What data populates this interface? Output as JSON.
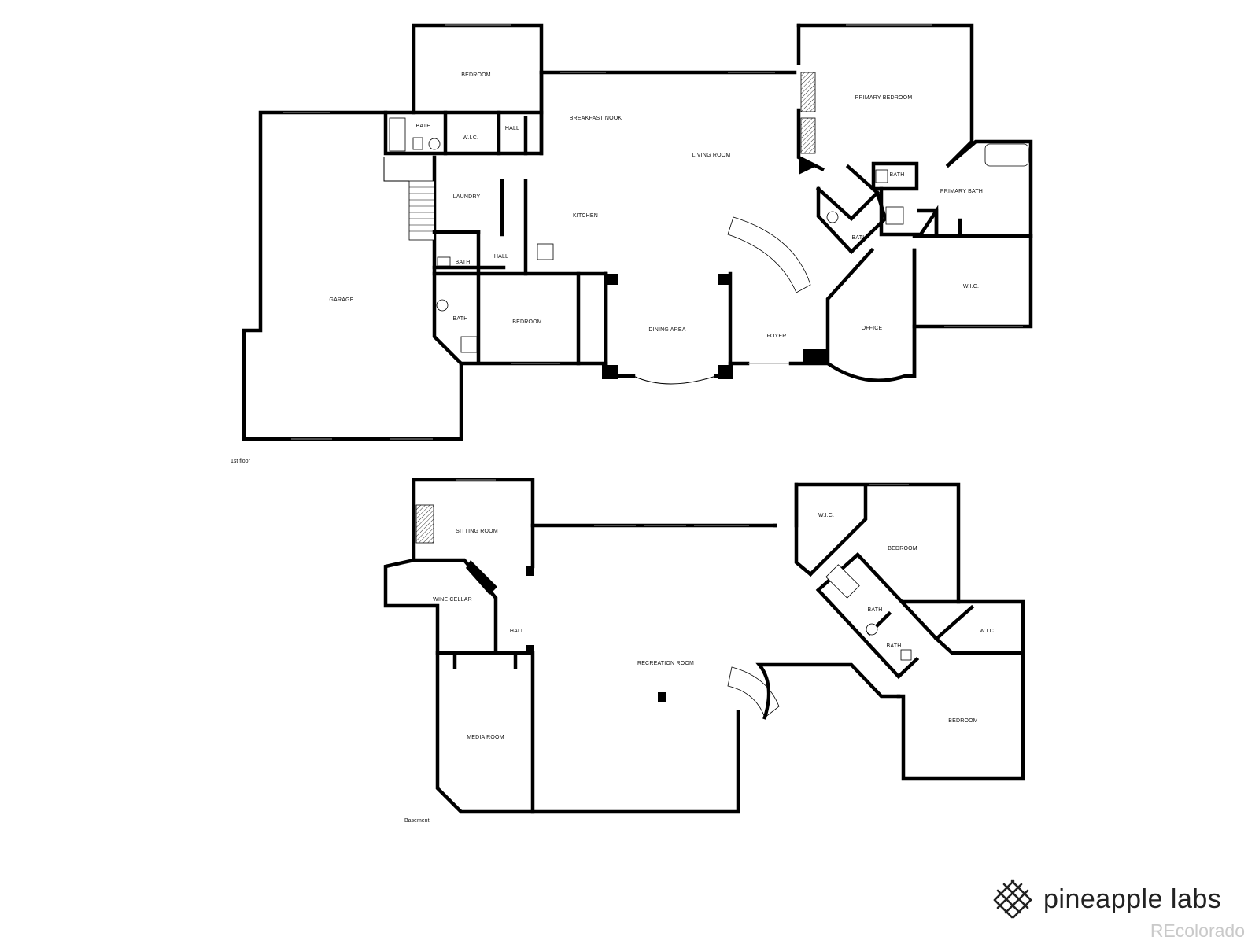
{
  "floors": [
    {
      "name": "1st floor",
      "rooms": [
        {
          "id": "bedroom-1",
          "label": "BEDROOM"
        },
        {
          "id": "bath-1",
          "label": "BATH"
        },
        {
          "id": "wic-1",
          "label": "W.I.C."
        },
        {
          "id": "hall-1",
          "label": "HALL"
        },
        {
          "id": "breakfast-nook",
          "label": "BREAKFAST NOOK"
        },
        {
          "id": "living-room",
          "label": "LIVING ROOM"
        },
        {
          "id": "primary-bedroom",
          "label": "PRIMARY BEDROOM"
        },
        {
          "id": "bath-2",
          "label": "BATH"
        },
        {
          "id": "primary-bath",
          "label": "PRIMARY BATH"
        },
        {
          "id": "bath-3",
          "label": "BATH"
        },
        {
          "id": "laundry",
          "label": "LAUNDRY"
        },
        {
          "id": "kitchen",
          "label": "KITCHEN"
        },
        {
          "id": "garage",
          "label": "GARAGE"
        },
        {
          "id": "bath-4",
          "label": "BATH"
        },
        {
          "id": "hall-2",
          "label": "HALL"
        },
        {
          "id": "bath-5",
          "label": "BATH"
        },
        {
          "id": "bedroom-2",
          "label": "BEDROOM"
        },
        {
          "id": "dining-area",
          "label": "DINING AREA"
        },
        {
          "id": "foyer",
          "label": "FOYER"
        },
        {
          "id": "office",
          "label": "OFFICE"
        },
        {
          "id": "wic-2",
          "label": "W.I.C."
        }
      ]
    },
    {
      "name": "Basement",
      "rooms": [
        {
          "id": "sitting-room",
          "label": "SITTING ROOM"
        },
        {
          "id": "wine-cellar",
          "label": "WINE CELLAR"
        },
        {
          "id": "hall-3",
          "label": "HALL"
        },
        {
          "id": "recreation-room",
          "label": "RECREATION ROOM"
        },
        {
          "id": "media-room",
          "label": "MEDIA ROOM"
        },
        {
          "id": "wic-3",
          "label": "W.I.C."
        },
        {
          "id": "bedroom-3",
          "label": "BEDROOM"
        },
        {
          "id": "bath-6",
          "label": "BATH"
        },
        {
          "id": "bath-7",
          "label": "BATH"
        },
        {
          "id": "wic-4",
          "label": "W.I.C."
        },
        {
          "id": "bedroom-4",
          "label": "BEDROOM"
        }
      ]
    }
  ],
  "branding": {
    "logo_text": "pineapple labs",
    "logo_icon": "pineapple-labs-logo-icon",
    "watermark": "REcolorado"
  },
  "colors": {
    "wall": "#000000",
    "background": "#ffffff",
    "watermark": "#c9c9c9"
  }
}
